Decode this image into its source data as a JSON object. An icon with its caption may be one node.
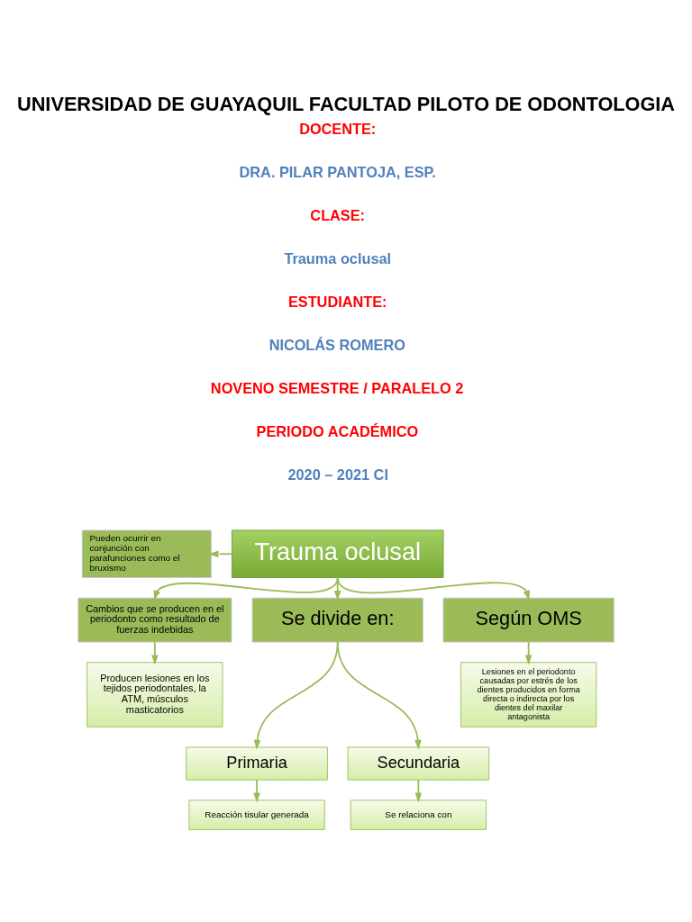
{
  "diagram": {
    "title": "UNIVERSIDAD DE GUAYAQUIL FACULTAD PILOTO DE ODONTOLOGIA",
    "nodes": [
      {
        "text": [
          "Trauma oclusal"
        ]
      },
      {
        "text": [
          "Pueden ocurrir en conjunción con parafunciones como el bruxismo"
        ]
      },
      {
        "text": [
          "Cambios que se producen en el periodonto como resultado de fuerzas indebidas"
        ]
      },
      {
        "text": [
          "Se divide en:"
        ]
      },
      {
        "text": [
          "Según OMS"
        ]
      },
      {
        "text": [
          "Producen lesiones en los tejidos periodontales, la ATM, músculos masticatorios"
        ]
      },
      {
        "text": [
          "Lesiones en el periodonto causadas por estrés de los dientes producidos en forma directa o indirecta por los dientes del maxilar antagonista"
        ]
      },
      {
        "text": [
          "Primaria"
        ]
      },
      {
        "text": [
          "Secundaria"
        ]
      },
      {
        "text": [
          "Reacción tisular generada"
        ]
      },
      {
        "text": [
          "Se relaciona con"
        ]
      }
    ],
    "edges": [
      {
        "from": 0,
        "to": 1,
        "arrow": "to"
      },
      {
        "from": 0,
        "to": 2,
        "arrow": "to"
      },
      {
        "from": 0,
        "to": 3,
        "arrow": "to"
      },
      {
        "from": 0,
        "to": 4,
        "arrow": "to"
      },
      {
        "from": 2,
        "to": 5,
        "arrow": "to"
      },
      {
        "from": 4,
        "to": 6,
        "arrow": "to"
      },
      {
        "from": 3,
        "to": 7,
        "arrow": "to"
      },
      {
        "from": 3,
        "to": 8,
        "arrow": "to"
      },
      {
        "from": 7,
        "to": 9,
        "arrow": "to"
      },
      {
        "from": 8,
        "to": 10,
        "arrow": "to"
      }
    ],
    "labels": [
      "DOCENTE:",
      "DRA. PILAR PANTOJA, ESP.",
      "CLASE:",
      "Trauma oclusal",
      "ESTUDIANTE:",
      "NICOLÁS ROMERO",
      "NOVENO SEMESTRE / PARALELO 2",
      "PERIODO ACADÉMICO",
      "2020 – 2021 CI"
    ]
  }
}
